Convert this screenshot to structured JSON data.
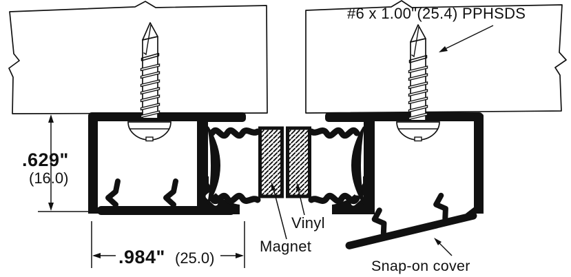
{
  "title": "Magnetic astragal cross-section diagram",
  "colors": {
    "ink": "#111111",
    "background": "#ffffff"
  },
  "labels": {
    "screw": "#6 x 1.00\"(25.4) PPHSDS",
    "vinyl": "Vinyl",
    "magnet": "Magnet",
    "snap_cover": "Snap-on cover"
  },
  "dimensions": {
    "height": {
      "inches": ".629\"",
      "mm": "(16.0)"
    },
    "width": {
      "inches": ".984\"",
      "mm": "(25.0)"
    }
  },
  "components": {
    "left_panel": "door panel (broken view)",
    "right_panel": "door panel (broken view)",
    "left_profile": "aluminum astragal profile with cover installed",
    "right_profile": "aluminum astragal profile with cover removed",
    "magnet_block": "Magnet",
    "vinyl_block": "Vinyl",
    "cover": "Snap-on cover"
  }
}
